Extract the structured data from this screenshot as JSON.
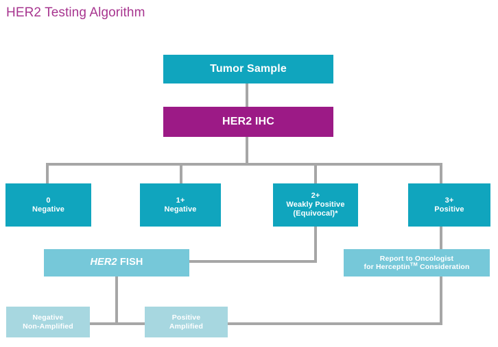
{
  "title": "HER2 Testing Algorithm",
  "colors": {
    "title": "#a7358f",
    "teal": "#10a5be",
    "magenta": "#9c1a86",
    "light_teal": "#76c8d9",
    "pale_teal": "#a7d7e0",
    "connector": "#a6a6a6",
    "background": "#ffffff",
    "node_text": "#ffffff"
  },
  "diagram": {
    "type": "flowchart",
    "nodes": {
      "tumor_sample": {
        "label": "Tumor Sample"
      },
      "her2_ihc": {
        "label": "HER2 IHC"
      },
      "ihc_0": {
        "line1": "0",
        "line2": "Negative"
      },
      "ihc_1plus": {
        "line1": "1+",
        "line2": "Negative"
      },
      "ihc_2plus": {
        "line1": "2+",
        "line2": "Weakly Positive",
        "line3": "(Equivocal)*"
      },
      "ihc_3plus": {
        "line1": "3+",
        "line2": "Positive"
      },
      "her2_fish": {
        "gene": "HER2",
        "assay": "FISH"
      },
      "report_oncologist": {
        "line1": "Report to Oncologist",
        "line2_pre": "for Herceptin",
        "trademark": "TM",
        "line2_post": " Consideration"
      },
      "fish_negative": {
        "line1": "Negative",
        "line2": "Non-Amplified"
      },
      "fish_positive": {
        "line1": "Positive",
        "line2": "Amplified"
      }
    },
    "edges": [
      {
        "from": "tumor_sample",
        "to": "her2_ihc"
      },
      {
        "from": "her2_ihc",
        "to": "ihc_0"
      },
      {
        "from": "her2_ihc",
        "to": "ihc_1plus"
      },
      {
        "from": "her2_ihc",
        "to": "ihc_2plus"
      },
      {
        "from": "her2_ihc",
        "to": "ihc_3plus"
      },
      {
        "from": "ihc_2plus",
        "to": "her2_fish"
      },
      {
        "from": "ihc_3plus",
        "to": "report_oncologist"
      },
      {
        "from": "her2_fish",
        "to": "fish_negative"
      },
      {
        "from": "her2_fish",
        "to": "fish_positive"
      },
      {
        "from": "fish_positive",
        "to": "report_oncologist"
      }
    ]
  }
}
